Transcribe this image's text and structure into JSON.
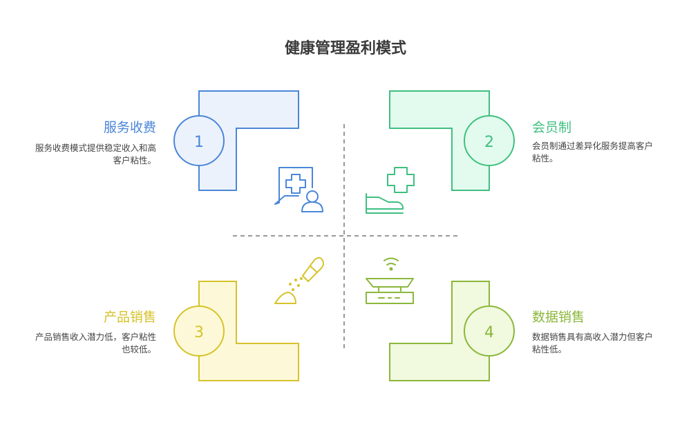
{
  "title": "健康管理盈利模式",
  "quadrants": [
    {
      "number": "1",
      "title": "服务收费",
      "desc": "服务收费模式提供稳定收入和高客户粘性。",
      "color": "#4a86d8",
      "fill": "#ecf2fc",
      "icon": "medical-consultation-icon"
    },
    {
      "number": "2",
      "title": "会员制",
      "desc": "会员制通过差异化服务提高客户粘性。",
      "color": "#3fbf80",
      "fill": "#e3fbee",
      "icon": "health-care-hand-icon"
    },
    {
      "number": "3",
      "title": "产品销售",
      "desc": "产品销售收入潜力低，客户粘性也较低。",
      "color": "#d6c22a",
      "fill": "#fdf9d8",
      "icon": "supplement-pill-icon"
    },
    {
      "number": "4",
      "title": "数据销售",
      "desc": "数据销售具有高收入潜力但客户粘性低。",
      "color": "#8ab73a",
      "fill": "#f1f9df",
      "icon": "smart-scale-icon"
    }
  ]
}
